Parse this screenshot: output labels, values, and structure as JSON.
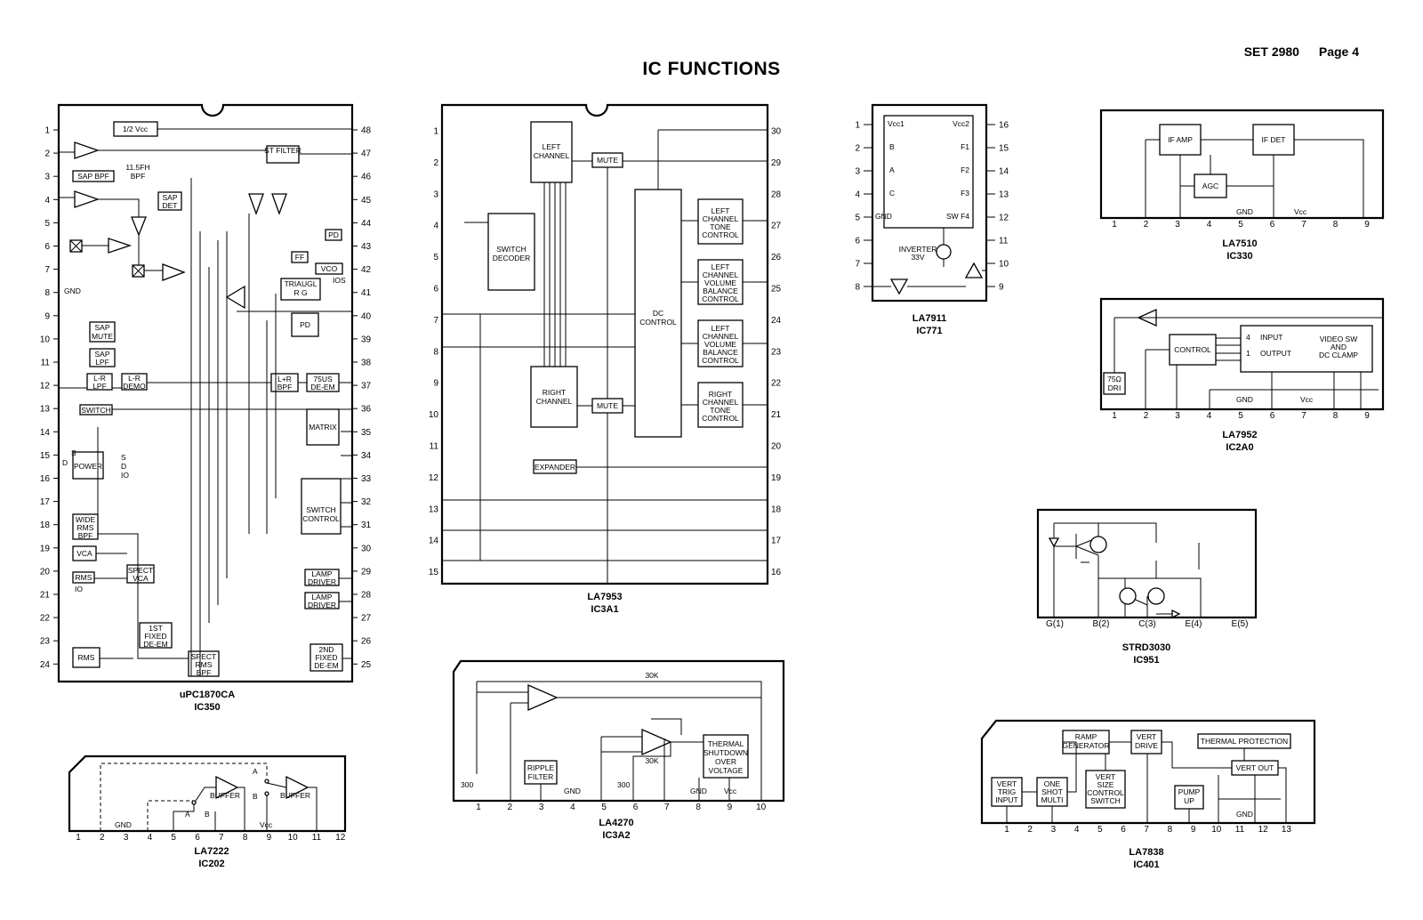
{
  "page": {
    "title": "IC FUNCTIONS",
    "set_label": "SET 2980",
    "page_label": "Page 4"
  },
  "ics": {
    "ic350": {
      "part": "uPC1870CA",
      "ref": "IC350",
      "left_pins": [
        "1",
        "2",
        "3",
        "4",
        "5",
        "6",
        "7",
        "8",
        "9",
        "10",
        "11",
        "12",
        "13",
        "14",
        "15",
        "16",
        "17",
        "18",
        "19",
        "20",
        "21",
        "22",
        "23",
        "24"
      ],
      "right_pins": [
        "48",
        "47",
        "46",
        "45",
        "44",
        "43",
        "42",
        "41",
        "40",
        "39",
        "38",
        "37",
        "36",
        "35",
        "34",
        "33",
        "32",
        "31",
        "30",
        "29",
        "28",
        "27",
        "26",
        "25"
      ],
      "blocks": {
        "half_vcc": "1/2 Vcc",
        "st_filter": "ST FILTER",
        "sap_bpf": "SAP BPF",
        "fh_bpf_1": "11.5FH",
        "fh_bpf_2": "BPF",
        "sap_det_1": "SAP",
        "sap_det_2": "DET",
        "gnd": "GND",
        "ff": "FF",
        "pd_small": "PD",
        "vco": "VCO",
        "ios": "IOS",
        "triangl_1": "TRIAUGL",
        "triangl_2": "R G",
        "pd": "PD",
        "sap_mute_1": "SAP",
        "sap_mute_2": "MUTE",
        "sap_lpf_1": "SAP",
        "sap_lpf_2": "LPF",
        "lr_lpf_1": "L-R",
        "lr_lpf_2": "LPF",
        "lr_demo_1": "L-R",
        "lr_demo_2": "DEMO",
        "lpr_bpf_1": "L+R",
        "lpr_bpf_2": "BPF",
        "deem75_1": "75US",
        "deem75_2": "DE-EM",
        "switch": "SWITCH",
        "matrix": "MATRIX",
        "power": "POWER",
        "switch_control_1": "SWITCH",
        "switch_control_2": "CONTROL",
        "wide_1": "WIDE",
        "wide_2": "RMS",
        "wide_3": "BPF",
        "vca": "VCA",
        "spect_vca_1": "SPECT",
        "spect_vca_2": "VCA",
        "rms": "RMS",
        "lamp1_1": "LAMP",
        "lamp1_2": "DRIVER",
        "lamp2_1": "LAMP",
        "lamp2_2": "DRIVER",
        "fixed1_1": "1ST",
        "fixed1_2": "FIXED",
        "fixed1_3": "DE-EM",
        "spect_rms_1": "SPECT",
        "spect_rms_2": "RMS",
        "spect_rms_3": "BPF",
        "fixed2_1": "2ND",
        "fixed2_2": "FIXED",
        "fixed2_3": "DE-EM",
        "rms_small": "RMS",
        "io": "IO",
        "s": "S",
        "d": "D",
        "out_s": "S",
        "out_d": "D",
        "out_io": "IO"
      }
    },
    "ic3a1": {
      "part": "LA7953",
      "ref": "IC3A1",
      "left_pins": [
        "1",
        "2",
        "3",
        "4",
        "5",
        "6",
        "7",
        "8",
        "9",
        "10",
        "11",
        "12",
        "13",
        "14",
        "15"
      ],
      "right_pins": [
        "30",
        "29",
        "28",
        "27",
        "26",
        "25",
        "24",
        "23",
        "22",
        "21",
        "20",
        "19",
        "18",
        "17",
        "16"
      ],
      "blocks": {
        "left_channel_1": "LEFT",
        "left_channel_2": "CHANNEL",
        "mute_top": "MUTE",
        "switch_decoder_1": "SWITCH",
        "switch_decoder_2": "DECODER",
        "dc_control_1": "DC",
        "dc_control_2": "CONTROL",
        "ltone_1": "LEFT",
        "ltone_2": "CHANNEL",
        "ltone_3": "TONE",
        "ltone_4": "CONTROL",
        "lvol_1": "LEFT",
        "lvol_2": "CHANNEL",
        "lvol_3": "VOLUME",
        "lvol_4": "BALANCE",
        "lvol_5": "CONTROL",
        "lvol2_1": "LEFT",
        "lvol2_2": "CHANNEL",
        "lvol2_3": "VOLUME",
        "lvol2_4": "BALANCE",
        "lvol2_5": "CONTROL",
        "right_channel_1": "RIGHT",
        "right_channel_2": "CHANNEL",
        "mute_bottom": "MUTE",
        "rtone_1": "RIGHT",
        "rtone_2": "CHANNEL",
        "rtone_3": "TONE",
        "rtone_4": "CONTROL",
        "expander": "EXPANDER"
      }
    },
    "ic771": {
      "part": "LA7911",
      "ref": "IC771",
      "left_pins": [
        "1",
        "2",
        "3",
        "4",
        "5",
        "6",
        "7",
        "8"
      ],
      "right_pins": [
        "16",
        "15",
        "14",
        "13",
        "12",
        "11",
        "10",
        "9"
      ],
      "blocks": {
        "vcc1": "Vcc1",
        "vcc2": "Vcc2",
        "b": "B",
        "a": "A",
        "c": "C",
        "gnd": "GND",
        "f1": "F1",
        "f2": "F2",
        "f3": "F3",
        "sw_f4": "SW F4",
        "inverter_1": "INVERTER",
        "inverter_2": "33V"
      }
    },
    "ic330": {
      "part": "LA7510",
      "ref": "IC330",
      "pins": [
        "1",
        "2",
        "3",
        "4",
        "5",
        "6",
        "7",
        "8",
        "9"
      ],
      "blocks": {
        "if_amp": "IF AMP",
        "if_det": "IF DET",
        "agc": "AGC",
        "gnd": "GND",
        "vcc": "Vcc"
      }
    },
    "ic2a0": {
      "part": "LA7952",
      "ref": "IC2A0",
      "pins": [
        "1",
        "2",
        "3",
        "4",
        "5",
        "6",
        "7",
        "8",
        "9"
      ],
      "blocks": {
        "control": "CONTROL",
        "in4": "4",
        "input": "INPUT",
        "in1": "1",
        "output": "OUTPUT",
        "video_1": "VIDEO SW",
        "video_2": "AND",
        "video_3": "DC CLAMP",
        "dri_1": "75Ω",
        "dri_2": "DRI",
        "gnd": "GND",
        "vcc": "Vcc"
      }
    },
    "ic951": {
      "part": "STRD3030",
      "ref": "IC951",
      "pins": [
        "G(1)",
        "B(2)",
        "C(3)",
        "E(4)",
        "E(5)"
      ]
    },
    "ic202": {
      "part": "LA7222",
      "ref": "IC202",
      "pins": [
        "1",
        "2",
        "3",
        "4",
        "5",
        "6",
        "7",
        "8",
        "9",
        "10",
        "11",
        "12"
      ],
      "blocks": {
        "buffer1": "BUFFER",
        "buffer2": "BUFFER",
        "gnd": "GND",
        "vcc": "Vcc",
        "a1": "A",
        "b1": "B",
        "a2": "A",
        "b2": "B"
      }
    },
    "ic3a2": {
      "part": "LA4270",
      "ref": "IC3A2",
      "pins": [
        "1",
        "2",
        "3",
        "4",
        "5",
        "6",
        "7",
        "8",
        "9",
        "10"
      ],
      "blocks": {
        "r30k_top": "30K",
        "r30k_fb": "30K",
        "r300_1": "300",
        "r300_2": "300",
        "ripple_1": "RIPPLE",
        "ripple_2": "FILTER",
        "thermal_1": "THERMAL",
        "thermal_2": "SHUTDOWN",
        "thermal_3": "OVER",
        "thermal_4": "VOLTAGE",
        "gnd1": "GND",
        "gnd2": "GND",
        "vcc": "Vcc"
      }
    },
    "ic401": {
      "part": "LA7838",
      "ref": "IC401",
      "pins": [
        "1",
        "2",
        "3",
        "4",
        "5",
        "6",
        "7",
        "8",
        "9",
        "10",
        "11",
        "12",
        "13"
      ],
      "blocks": {
        "ramp_1": "RAMP",
        "ramp_2": "GENERATOR",
        "vdrive_1": "VERT",
        "vdrive_2": "DRIVE",
        "thermal": "THERMAL PROTECTION",
        "vtrig_1": "VERT",
        "vtrig_2": "TRIG",
        "vtrig_3": "INPUT",
        "oneshot_1": "ONE",
        "oneshot_2": "SHOT",
        "oneshot_3": "MULTI",
        "vsize_1": "VERT",
        "vsize_2": "SIZE",
        "vsize_3": "CONTROL",
        "vsize_4": "SWITCH",
        "pump_1": "PUMP",
        "pump_2": "UP",
        "vout": "VERT OUT",
        "gnd": "GND"
      }
    }
  }
}
